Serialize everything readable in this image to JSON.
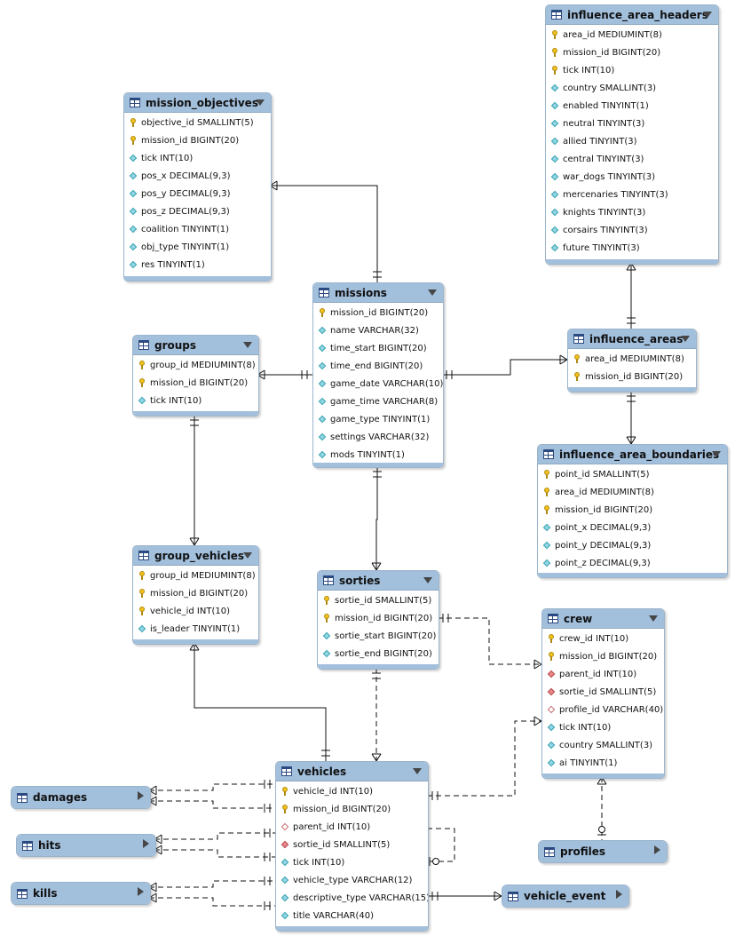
{
  "tables": [
    {
      "name": "influence_area_headers",
      "collapsed": false,
      "columns": [
        {
          "text": "area_id MEDIUMINT(8)",
          "icon": "primary-key-icon"
        },
        {
          "text": "mission_id BIGINT(20)",
          "icon": "primary-key-icon"
        },
        {
          "text": "tick INT(10)",
          "icon": "primary-key-icon"
        },
        {
          "text": "country SMALLINT(3)",
          "icon": "attribute-icon"
        },
        {
          "text": "enabled TINYINT(1)",
          "icon": "attribute-icon"
        },
        {
          "text": "neutral TINYINT(3)",
          "icon": "attribute-icon"
        },
        {
          "text": "allied TINYINT(3)",
          "icon": "attribute-icon"
        },
        {
          "text": "central TINYINT(3)",
          "icon": "attribute-icon"
        },
        {
          "text": "war_dogs TINYINT(3)",
          "icon": "attribute-icon"
        },
        {
          "text": "mercenaries TINYINT(3)",
          "icon": "attribute-icon"
        },
        {
          "text": "knights TINYINT(3)",
          "icon": "attribute-icon"
        },
        {
          "text": "corsairs TINYINT(3)",
          "icon": "attribute-icon"
        },
        {
          "text": "future TINYINT(3)",
          "icon": "attribute-icon"
        }
      ]
    },
    {
      "name": "mission_objectives",
      "collapsed": false,
      "columns": [
        {
          "text": "objective_id SMALLINT(5)",
          "icon": "primary-key-icon"
        },
        {
          "text": "mission_id BIGINT(20)",
          "icon": "primary-key-icon"
        },
        {
          "text": "tick INT(10)",
          "icon": "attribute-icon"
        },
        {
          "text": "pos_x DECIMAL(9,3)",
          "icon": "attribute-icon"
        },
        {
          "text": "pos_y DECIMAL(9,3)",
          "icon": "attribute-icon"
        },
        {
          "text": "pos_z DECIMAL(9,3)",
          "icon": "attribute-icon"
        },
        {
          "text": "coalition TINYINT(1)",
          "icon": "attribute-icon"
        },
        {
          "text": "obj_type TINYINT(1)",
          "icon": "attribute-icon"
        },
        {
          "text": "res TINYINT(1)",
          "icon": "attribute-icon"
        }
      ]
    },
    {
      "name": "missions",
      "collapsed": false,
      "columns": [
        {
          "text": "mission_id BIGINT(20)",
          "icon": "primary-key-icon"
        },
        {
          "text": "name VARCHAR(32)",
          "icon": "attribute-icon"
        },
        {
          "text": "time_start BIGINT(20)",
          "icon": "attribute-icon"
        },
        {
          "text": "time_end BIGINT(20)",
          "icon": "attribute-icon"
        },
        {
          "text": "game_date VARCHAR(10)",
          "icon": "attribute-icon"
        },
        {
          "text": "game_time VARCHAR(8)",
          "icon": "attribute-icon"
        },
        {
          "text": "game_type TINYINT(1)",
          "icon": "attribute-icon"
        },
        {
          "text": "settings VARCHAR(32)",
          "icon": "attribute-icon"
        },
        {
          "text": "mods TINYINT(1)",
          "icon": "attribute-icon"
        }
      ]
    },
    {
      "name": "influence_areas",
      "collapsed": false,
      "columns": [
        {
          "text": "area_id MEDIUMINT(8)",
          "icon": "primary-key-icon"
        },
        {
          "text": "mission_id BIGINT(20)",
          "icon": "primary-key-icon"
        }
      ]
    },
    {
      "name": "groups",
      "collapsed": false,
      "columns": [
        {
          "text": "group_id MEDIUMINT(8)",
          "icon": "primary-key-icon"
        },
        {
          "text": "mission_id BIGINT(20)",
          "icon": "primary-key-icon"
        },
        {
          "text": "tick INT(10)",
          "icon": "attribute-icon"
        }
      ]
    },
    {
      "name": "influence_area_boundaries",
      "collapsed": false,
      "columns": [
        {
          "text": "point_id SMALLINT(5)",
          "icon": "primary-key-icon"
        },
        {
          "text": "area_id MEDIUMINT(8)",
          "icon": "primary-key-icon"
        },
        {
          "text": "mission_id BIGINT(20)",
          "icon": "primary-key-icon"
        },
        {
          "text": "point_x DECIMAL(9,3)",
          "icon": "attribute-icon"
        },
        {
          "text": "point_y DECIMAL(9,3)",
          "icon": "attribute-icon"
        },
        {
          "text": "point_z DECIMAL(9,3)",
          "icon": "attribute-icon"
        }
      ]
    },
    {
      "name": "group_vehicles",
      "collapsed": false,
      "columns": [
        {
          "text": "group_id MEDIUMINT(8)",
          "icon": "primary-key-icon"
        },
        {
          "text": "mission_id BIGINT(20)",
          "icon": "primary-key-icon"
        },
        {
          "text": "vehicle_id INT(10)",
          "icon": "primary-key-icon"
        },
        {
          "text": "is_leader TINYINT(1)",
          "icon": "attribute-icon"
        }
      ]
    },
    {
      "name": "sorties",
      "collapsed": false,
      "columns": [
        {
          "text": "sortie_id SMALLINT(5)",
          "icon": "primary-key-icon"
        },
        {
          "text": "mission_id BIGINT(20)",
          "icon": "primary-key-icon"
        },
        {
          "text": "sortie_start BIGINT(20)",
          "icon": "attribute-icon"
        },
        {
          "text": "sortie_end BIGINT(20)",
          "icon": "attribute-icon"
        }
      ]
    },
    {
      "name": "crew",
      "collapsed": false,
      "columns": [
        {
          "text": "crew_id INT(10)",
          "icon": "primary-key-icon"
        },
        {
          "text": "mission_id BIGINT(20)",
          "icon": "primary-key-icon"
        },
        {
          "text": "parent_id INT(10)",
          "icon": "foreign-key-icon"
        },
        {
          "text": "sortie_id SMALLINT(5)",
          "icon": "foreign-key-icon"
        },
        {
          "text": "profile_id VARCHAR(40)",
          "icon": "nullable-foreign-key-icon"
        },
        {
          "text": "tick INT(10)",
          "icon": "attribute-icon"
        },
        {
          "text": "country SMALLINT(3)",
          "icon": "attribute-icon"
        },
        {
          "text": "ai TINYINT(1)",
          "icon": "attribute-icon"
        }
      ]
    },
    {
      "name": "vehicles",
      "collapsed": false,
      "columns": [
        {
          "text": "vehicle_id INT(10)",
          "icon": "primary-key-icon"
        },
        {
          "text": "mission_id BIGINT(20)",
          "icon": "primary-key-icon"
        },
        {
          "text": "parent_id INT(10)",
          "icon": "nullable-foreign-key-icon"
        },
        {
          "text": "sortie_id SMALLINT(5)",
          "icon": "foreign-key-icon"
        },
        {
          "text": "tick INT(10)",
          "icon": "attribute-icon"
        },
        {
          "text": "vehicle_type VARCHAR(12)",
          "icon": "attribute-icon"
        },
        {
          "text": "descriptive_type VARCHAR(15)",
          "icon": "attribute-icon"
        },
        {
          "text": "title VARCHAR(40)",
          "icon": "attribute-icon"
        }
      ]
    },
    {
      "name": "damages",
      "collapsed": true,
      "columns": []
    },
    {
      "name": "hits",
      "collapsed": true,
      "columns": []
    },
    {
      "name": "kills",
      "collapsed": true,
      "columns": []
    },
    {
      "name": "profiles",
      "collapsed": true,
      "columns": []
    },
    {
      "name": "vehicle_event",
      "collapsed": true,
      "columns": []
    }
  ],
  "colors": {
    "header": "#a2bfdc",
    "border": "#9bb4cc",
    "line": "#111111"
  }
}
